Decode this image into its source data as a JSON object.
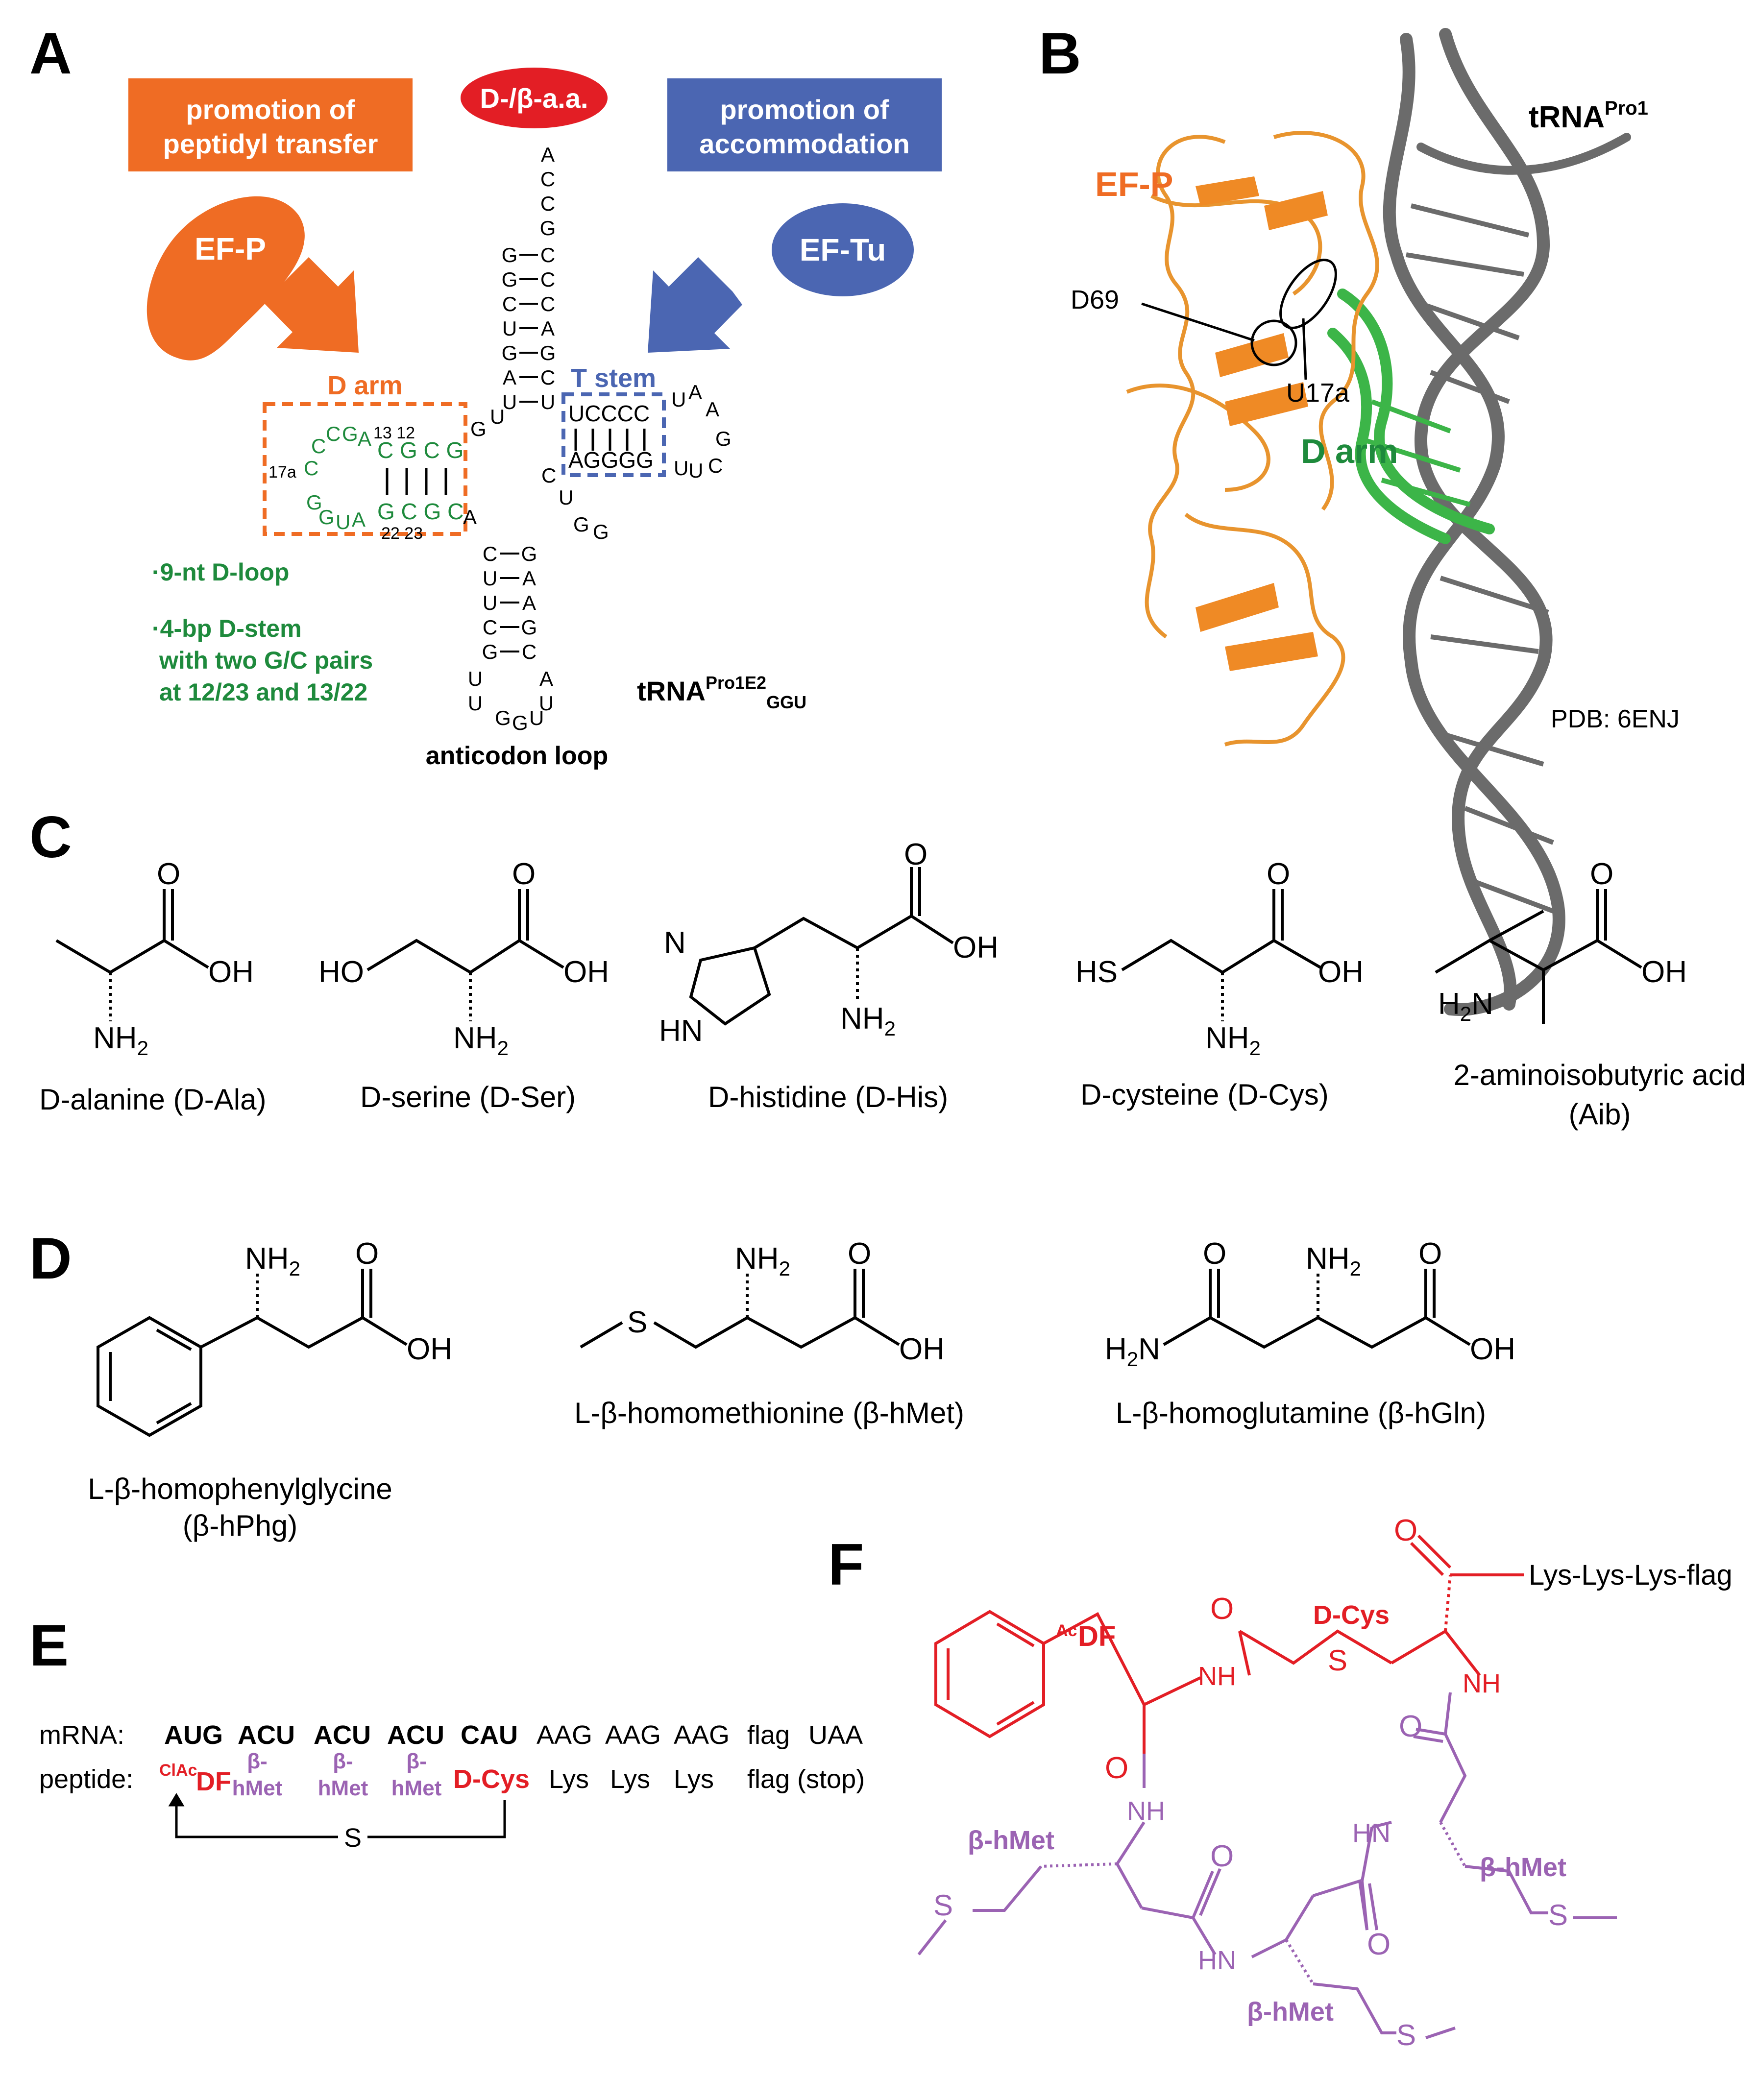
{
  "colors": {
    "orange": "#ef6c24",
    "blue": "#4b66b2",
    "red": "#e31e25",
    "green": "#1e8a3c",
    "purple": "#9b63b3",
    "grey": "#6b6b6b",
    "black": "#000000"
  },
  "panel_labels": {
    "a": "A",
    "b": "B",
    "c": "C",
    "d": "D",
    "e": "E",
    "f": "F"
  },
  "panelA": {
    "box_left": [
      "promotion of",
      "peptidyl transfer"
    ],
    "box_right": [
      "promotion of",
      "accommodation"
    ],
    "aa_label": "D-/β-a.a.",
    "efp": "EF-P",
    "eftu": "EF-Tu",
    "d_arm": "D arm",
    "t_stem": "T stem",
    "acceptor_5": [
      "G",
      "G",
      "C",
      "U",
      "G",
      "A",
      "U"
    ],
    "acceptor_3": [
      "A",
      "C",
      "C",
      "G",
      "C",
      "C",
      "C",
      "A",
      "G",
      "C",
      "U"
    ],
    "pos_13_12": "13 12",
    "pos_17a": "17a",
    "pos_22_23": "22 23",
    "dloop_top": [
      "C",
      "C",
      "G",
      "A",
      "C"
    ],
    "dloop_bot": [
      "G",
      "G",
      "U",
      "A",
      "G"
    ],
    "tstem_top": "UCCCC",
    "tstem_bot": "AGGGG",
    "tloop": [
      "U",
      "A",
      "A",
      "G",
      "C",
      "U",
      "U"
    ],
    "anti_5": [
      "C",
      "U",
      "U",
      "C",
      "G",
      "U",
      "U"
    ],
    "anti_3": [
      "G",
      "A",
      "A",
      "G",
      "C",
      "A",
      "U"
    ],
    "note1": "·9-nt D-loop",
    "note2": [
      "·4-bp D-stem",
      "with two G/C pairs",
      "at 12/23 and 13/22"
    ],
    "trna_name": "tRNA",
    "trna_sup": "Pro1E2",
    "trna_sub": "GGU",
    "anticodon_loop": "anticodon loop"
  },
  "panelB": {
    "trna": "tRNA",
    "trna_sup": "Pro1",
    "efp": "EF-P",
    "d69": "D69",
    "u17a": "U17a",
    "d_arm": "D arm",
    "pdb": "PDB: 6ENJ"
  },
  "panelC": {
    "compounds": [
      {
        "name": "D-alanine (D-Ala)"
      },
      {
        "name": "D-serine (D-Ser)"
      },
      {
        "name": "D-histidine (D-His)"
      },
      {
        "name": "D-cysteine (D-Cys)"
      },
      {
        "name": "2-aminoisobutyric acid",
        "name2": "(Aib)"
      }
    ],
    "atoms": {
      "O": "O",
      "OH": "OH",
      "NH2": "NH",
      "sub2": "2",
      "HO": "HO",
      "HS": "HS",
      "N": "N",
      "HN": "HN",
      "H2N": "H",
      "H2N_N": "N"
    }
  },
  "panelD": {
    "compounds": [
      {
        "name": "L-β-homophenylglycine",
        "name2": "(β-hPhg)"
      },
      {
        "name": "L-β-homomethionine (β-hMet)"
      },
      {
        "name": "L-β-homoglutamine (β-hGln)"
      }
    ],
    "S": "S"
  },
  "panelE": {
    "mrna_label": "mRNA:",
    "mrna_bold": [
      "AUG",
      "ACU",
      "ACU",
      "ACU",
      "CAU"
    ],
    "mrna_rest": [
      "AAG",
      "AAG",
      "AAG",
      "flag",
      "UAA"
    ],
    "peptide_label": "peptide:",
    "clac": "ClAc",
    "df": "DF",
    "bhmet_top": "β-",
    "bhmet_bot": "hMet",
    "dcys": "D-Cys",
    "peptide_rest": [
      "Lys",
      "Lys",
      "Lys",
      "flag (stop)"
    ],
    "bridge": "S"
  },
  "panelF": {
    "acdf_sup": "Ac",
    "acdf": "DF",
    "dcys": "D-Cys",
    "tail": "Lys-Lys-Lys-flag",
    "bhmet": "β-hMet",
    "O": "O",
    "NH": "NH",
    "HN": "HN",
    "S": "S"
  }
}
